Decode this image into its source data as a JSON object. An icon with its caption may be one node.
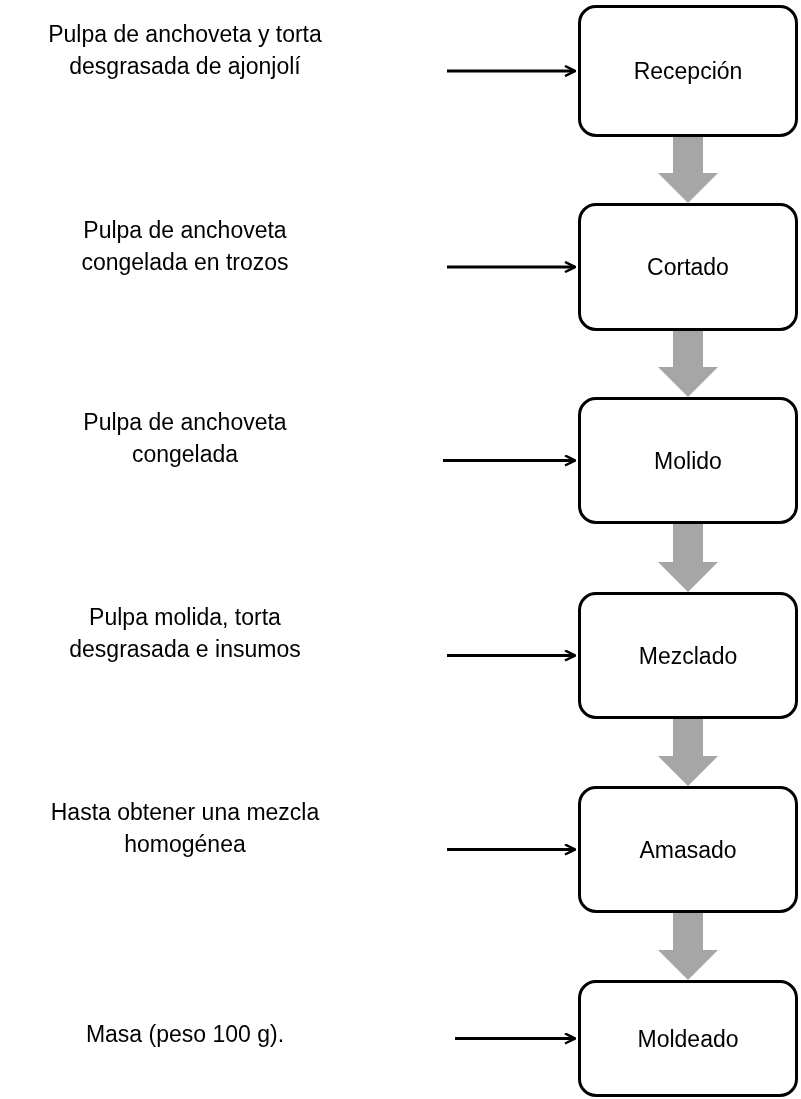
{
  "diagram": {
    "nodes": [
      {
        "text": [
          "Recepción"
        ]
      },
      {
        "text": [
          "Cortado"
        ]
      },
      {
        "text": [
          "Molido"
        ]
      },
      {
        "text": [
          "Mezclado"
        ]
      },
      {
        "text": [
          "Amasado"
        ]
      },
      {
        "text": [
          "Moldeado"
        ]
      }
    ],
    "edges": [
      {
        "from": null,
        "to": 0,
        "arrow": "to"
      },
      {
        "from": null,
        "to": 1,
        "arrow": "to"
      },
      {
        "from": null,
        "to": 2,
        "arrow": "to"
      },
      {
        "from": null,
        "to": 3,
        "arrow": "to"
      },
      {
        "from": null,
        "to": 4,
        "arrow": "to"
      },
      {
        "from": null,
        "to": 5,
        "arrow": "to"
      },
      {
        "from": 0,
        "to": 1,
        "arrow": "to",
        "style": "thick",
        "color": "#a6a6a6"
      },
      {
        "from": 1,
        "to": 2,
        "arrow": "to",
        "style": "thick",
        "color": "#a6a6a6"
      },
      {
        "from": 2,
        "to": 3,
        "arrow": "to",
        "style": "thick",
        "color": "#a6a6a6"
      },
      {
        "from": 3,
        "to": 4,
        "arrow": "to",
        "style": "thick",
        "color": "#a6a6a6"
      },
      {
        "from": 4,
        "to": 5,
        "arrow": "to",
        "style": "thick",
        "color": "#a6a6a6"
      }
    ],
    "labels": [
      "Pulpa de anchoveta y torta desgrasada de ajonjolí",
      "Pulpa de anchoveta congelada en trozos",
      "Pulpa de anchoveta congelada",
      "Pulpa molida, torta desgrasada e insumos",
      "Hasta obtener una mezcla homogénea",
      "Masa (peso 100 g)."
    ]
  }
}
